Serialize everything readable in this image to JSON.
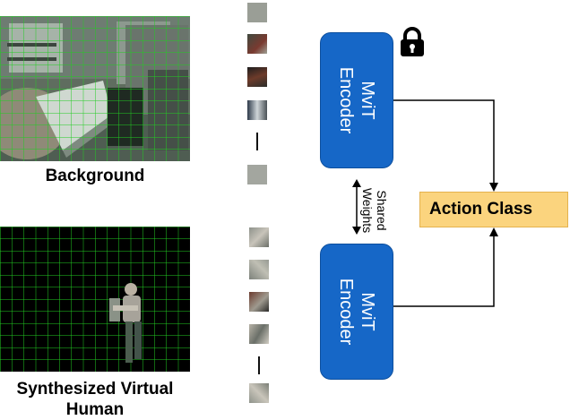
{
  "labels": {
    "background": "Background",
    "synth_line1": "Synthesized Virtual",
    "synth_line2": "Human",
    "encoder_top": "MviT\nEncoder",
    "encoder_bottom": "MviT\nEncoder",
    "shared_weights": "Shared\nWeights",
    "action_class": "Action Class"
  },
  "icons": {
    "lock": "lock-icon"
  },
  "colors": {
    "encoder_fill": "#1667c7",
    "action_fill": "#fbd47e",
    "grid_line": "#22cc22"
  }
}
